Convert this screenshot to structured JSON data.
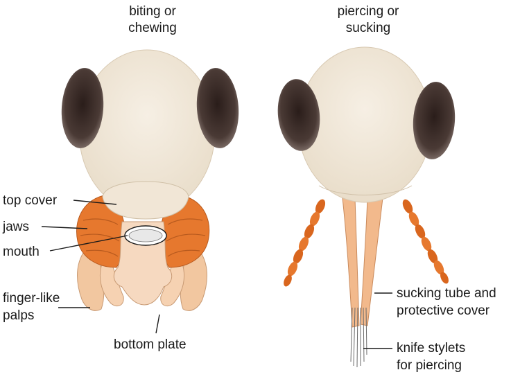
{
  "headings": {
    "left": [
      "biting or",
      "chewing"
    ],
    "right": [
      "piercing or",
      "sucking"
    ]
  },
  "labels": {
    "top_cover": "top cover",
    "jaws": "jaws",
    "mouth": "mouth",
    "palps": [
      "finger-like",
      "palps"
    ],
    "bottom_plate": "bottom plate",
    "sucking_tube": [
      "sucking tube and",
      "protective cover"
    ],
    "stylets": [
      "knife stylets",
      "for piercing"
    ]
  },
  "colors": {
    "head": "#f1e8d9",
    "eye": "#3a2a26",
    "jaw": "#e6782e",
    "palp": "#f2c7a0",
    "bottom_plate": "#f6d9c0",
    "antenna": "#d9661e",
    "tube": "#f2b98c",
    "line": "#1a1a1a"
  }
}
